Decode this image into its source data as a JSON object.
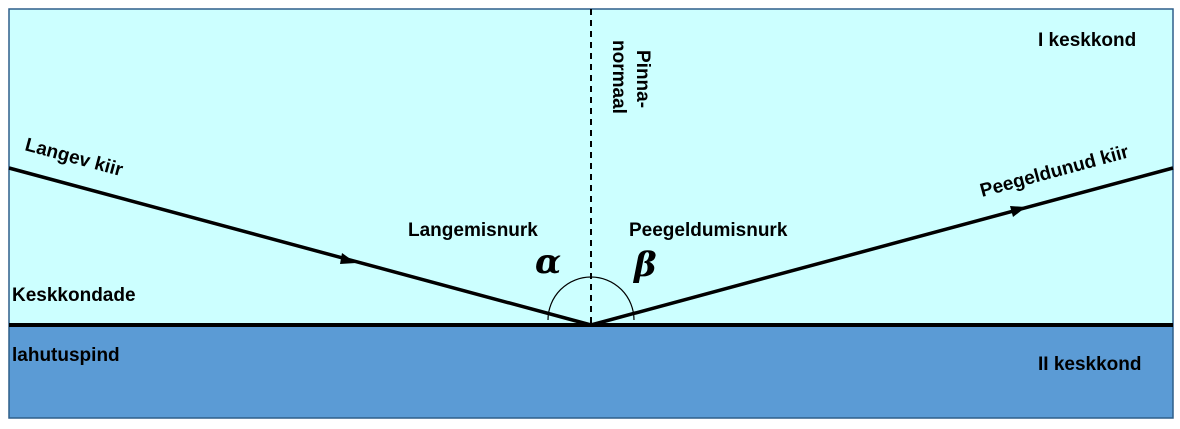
{
  "colors": {
    "upper_medium": "#ccffff",
    "lower_medium": "#5b9bd5",
    "border": "#2e5f8a",
    "line": "#000000"
  },
  "labels": {
    "medium_1": "I keskkond",
    "medium_2": "II keskkond",
    "interface_line1": "Keskkondade",
    "interface_line2": "lahutuspind",
    "normal_line1": "Pinna-",
    "normal_line2": "normaal",
    "incident_ray": "Langev kiir",
    "reflected_ray": "Peegeldunud kiir",
    "incidence_angle": "Langemisnurk",
    "reflection_angle": "Peegeldumisnurk",
    "alpha": "α",
    "beta": "β"
  }
}
